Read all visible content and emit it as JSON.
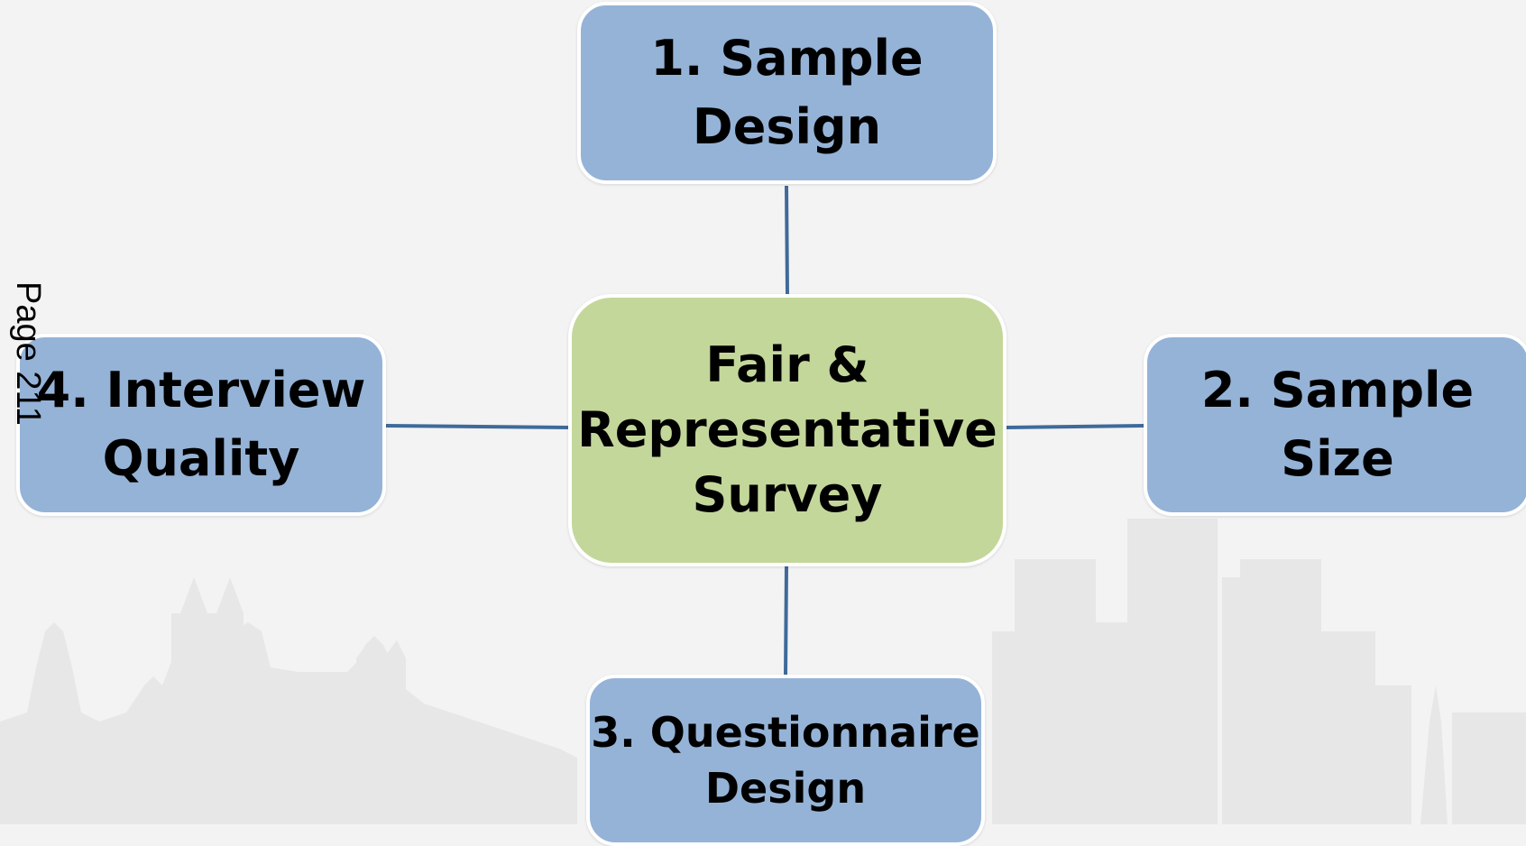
{
  "diagram": {
    "center": {
      "lines": [
        "Fair &",
        "Representative",
        "Survey"
      ]
    },
    "nodes": [
      {
        "id": "top",
        "lines": [
          "1. Sample",
          "Design"
        ]
      },
      {
        "id": "right",
        "lines": [
          "2. Sample",
          "Size"
        ]
      },
      {
        "id": "bottom",
        "lines": [
          "3. Questionnaire",
          "Design"
        ]
      },
      {
        "id": "left",
        "lines": [
          "4. Interview",
          "Quality"
        ]
      }
    ]
  },
  "page_label": "Page 211",
  "colors": {
    "background": "#f3f3f3",
    "node_fill": "#95b3d7",
    "center_fill": "#c4d79b",
    "node_border": "#ffffff",
    "connector": "#3f6a9a",
    "skyline": "#e6e6e6"
  }
}
